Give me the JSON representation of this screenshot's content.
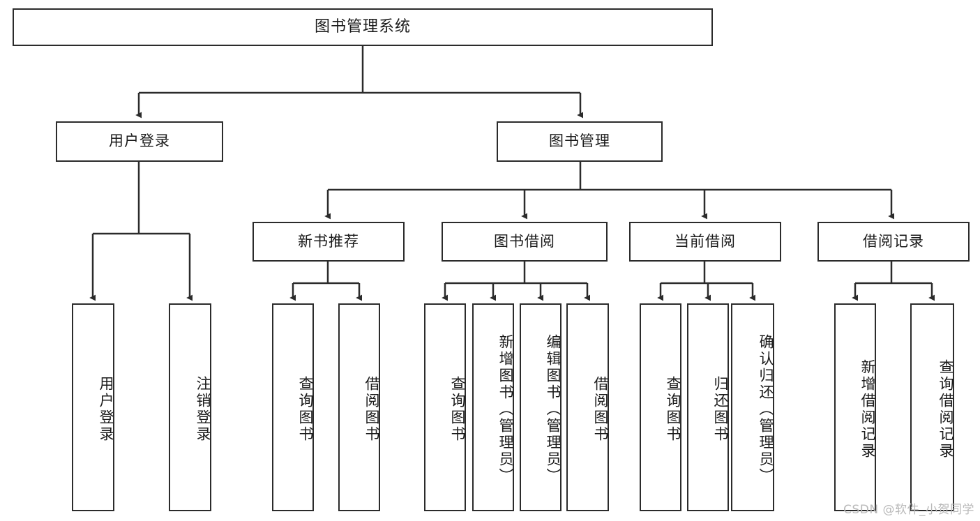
{
  "diagram": {
    "title": "图书管理系统",
    "type": "hierarchy-tree",
    "colors": {
      "box_border": "#2b2b2b",
      "box_fill": "#ffffff",
      "connector": "#2b2b2b",
      "text": "#1a1a1a",
      "watermark": "#b9b9b9"
    },
    "root": {
      "label": "图书管理系统"
    },
    "level2": [
      {
        "label": "用户登录"
      },
      {
        "label": "图书管理"
      }
    ],
    "level3": [
      {
        "label": "新书推荐"
      },
      {
        "label": "图书借阅"
      },
      {
        "label": "当前借阅"
      },
      {
        "label": "借阅记录"
      }
    ],
    "leaves": {
      "user_login": [
        {
          "label": "用户登录"
        },
        {
          "label": "注销登录"
        }
      ],
      "new_book_recommend": [
        {
          "label": "查询图书"
        },
        {
          "label": "借阅图书"
        }
      ],
      "book_borrow": [
        {
          "label": "查询图书"
        },
        {
          "label": "新增图书（管理员）"
        },
        {
          "label": "编辑图书（管理员）"
        },
        {
          "label": "借阅图书"
        }
      ],
      "current_borrow": [
        {
          "label": "查询图书"
        },
        {
          "label": "归还图书"
        },
        {
          "label": "确认归还（管理员）"
        }
      ],
      "borrow_records": [
        {
          "label": "新增借阅记录"
        },
        {
          "label": "查询借阅记录"
        }
      ]
    }
  },
  "watermark": {
    "text": "CSDN @软件_小贺同学"
  }
}
